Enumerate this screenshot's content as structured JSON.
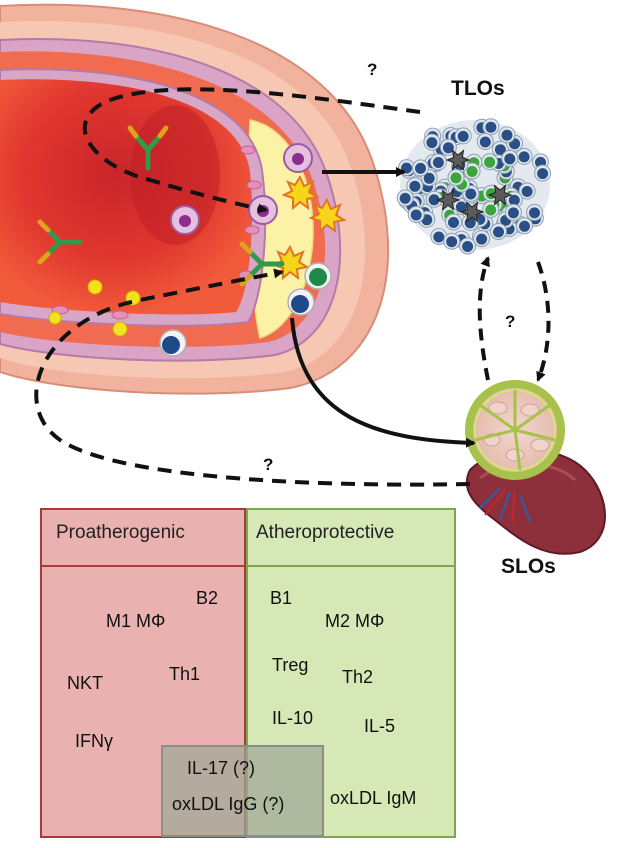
{
  "labels": {
    "tlos": "TLOs",
    "slos": "SLOs",
    "question_mark": "?"
  },
  "table": {
    "left_header": "Proatherogenic",
    "right_header": "Atheroprotective",
    "pro_items": [
      "B2",
      "M1 MΦ",
      "NKT",
      "Th1",
      "IFNγ"
    ],
    "protective_items": [
      "B1",
      "M2 MΦ",
      "Treg",
      "Th2",
      "IL-10",
      "IL-5",
      "oxLDL IgM"
    ],
    "shared_items": [
      "IL-17 (?)",
      "oxLDL IgG (?)"
    ]
  },
  "colors": {
    "pro_fill": "#e9b2b0",
    "pro_border": "#a83a3a",
    "protective_fill": "#d6e8b6",
    "protective_border": "#7aa84a",
    "shared_fill": "#b8bca8",
    "shared_border": "#8b8e86"
  }
}
